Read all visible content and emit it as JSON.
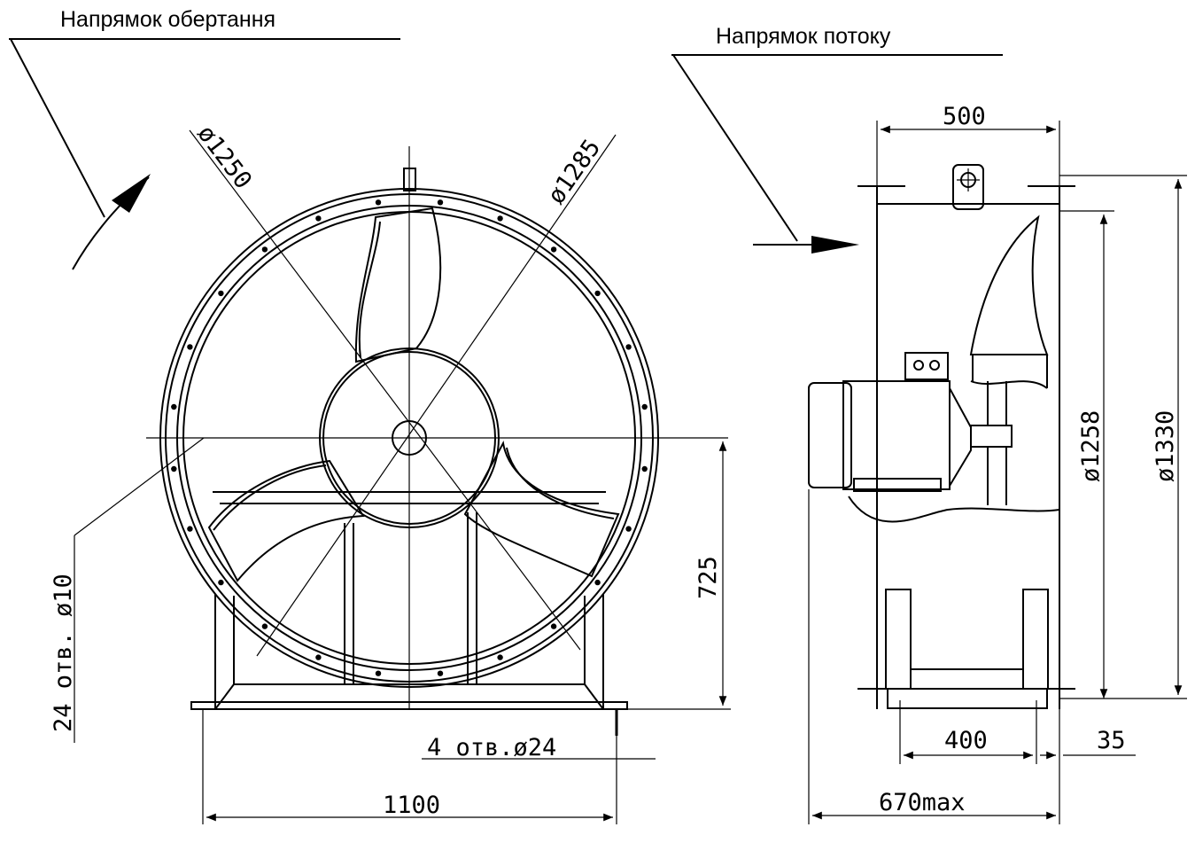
{
  "captions": {
    "rotation_direction": "Напрямок обертання",
    "flow_direction": "Напрямок потоку"
  },
  "dimensions": {
    "d1250": "ø1250",
    "d1285": "ø1285",
    "holes24": "24 отв. ø10",
    "h725": "725",
    "holes4": "4 отв.ø24",
    "w1100": "1100",
    "w500": "500",
    "d1258": "ø1258",
    "d1330": "ø1330",
    "w400": "400",
    "w35": "35",
    "w670": "670max"
  }
}
